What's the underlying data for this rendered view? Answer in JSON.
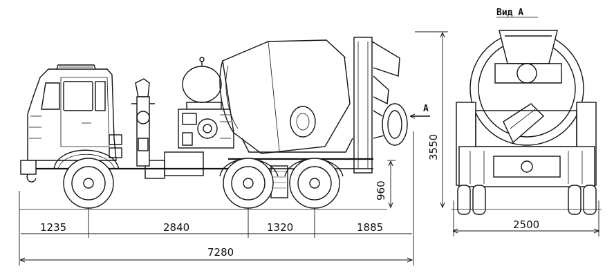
{
  "view_title": "Вид  А",
  "view_marker": "А",
  "dimensions": {
    "front_overhang": "1235",
    "wheelbase_front": "2840",
    "wheelbase_rear": "1320",
    "rear_overhang": "1885",
    "total_length": "7280",
    "total_height": "3550",
    "frame_height": "960",
    "total_width": "2500"
  }
}
